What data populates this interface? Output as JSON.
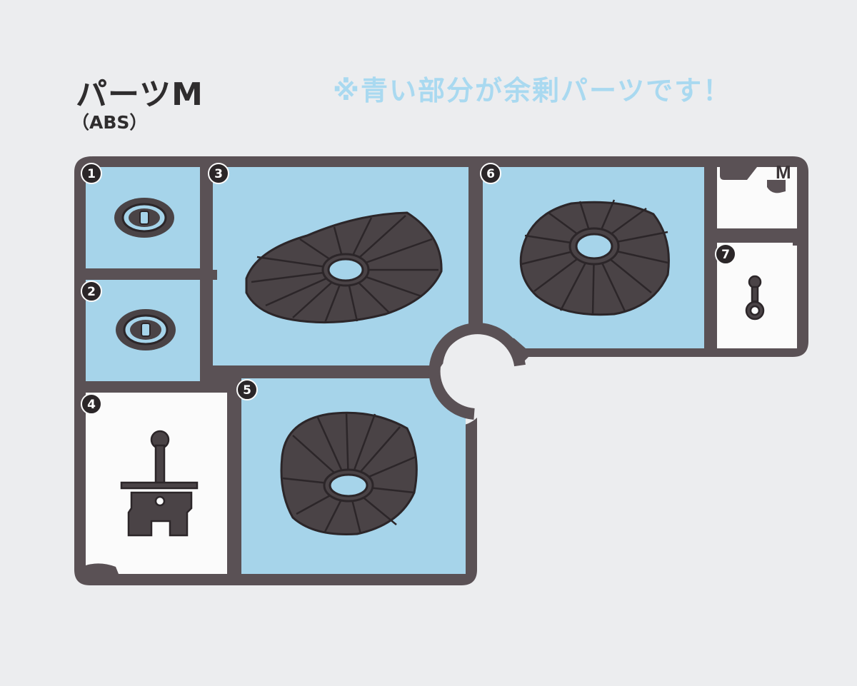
{
  "header": {
    "title": "パーツM",
    "material": "（ABS）",
    "note": "※青い部分が余剰パーツです！"
  },
  "sprue": {
    "tag": "M",
    "part_numbers": [
      "1",
      "2",
      "3",
      "4",
      "5",
      "6",
      "7"
    ]
  },
  "colors": {
    "background": "#ecedef",
    "frame": "#5a5155",
    "surplus_blue": "#a6d4ea",
    "white_cell": "#fbfbfb",
    "part": "#4a4346",
    "note_text": "#a9d9f0"
  }
}
